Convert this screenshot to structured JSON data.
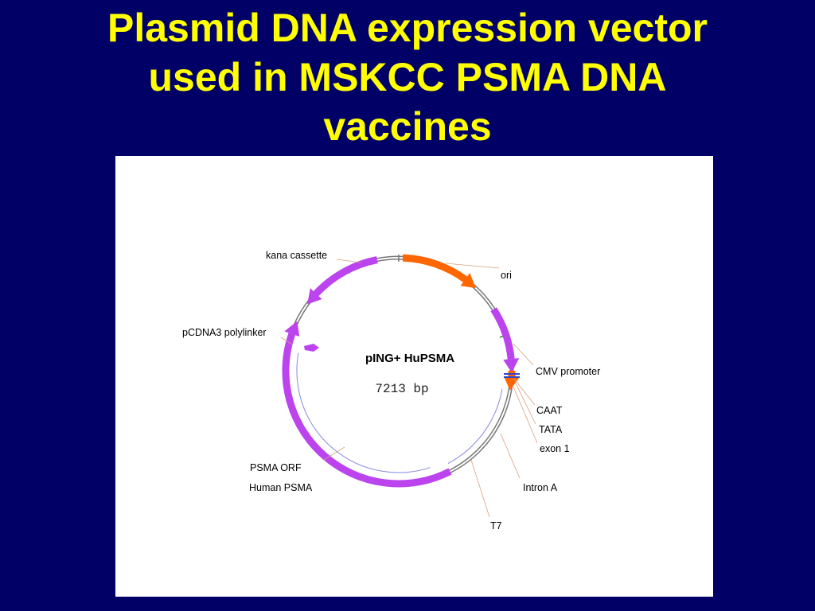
{
  "title": {
    "line1": "Plasmid DNA expression vector",
    "line2": "used in MSKCC PSMA DNA",
    "line3": "vaccines"
  },
  "plasmid": {
    "name": "pING+ HuPSMA",
    "size": "7213 bp"
  },
  "features": {
    "kana_cassette": "kana cassette",
    "ori": "ori",
    "pcdna3_polylinker": "pCDNA3 polylinker",
    "cmv_promoter": "CMV promoter",
    "caat": "CAAT",
    "tata": "TATA",
    "exon1": "exon 1",
    "psma_orf": "PSMA ORF",
    "human_psma": "Human PSMA",
    "intron_a": "Intron A",
    "t7": "T7"
  },
  "colors": {
    "background": "#000066",
    "title": "#ffff00",
    "purple_feature": "#bb44ee",
    "orange_feature": "#ff6600",
    "orf_line": "#8888dd"
  }
}
